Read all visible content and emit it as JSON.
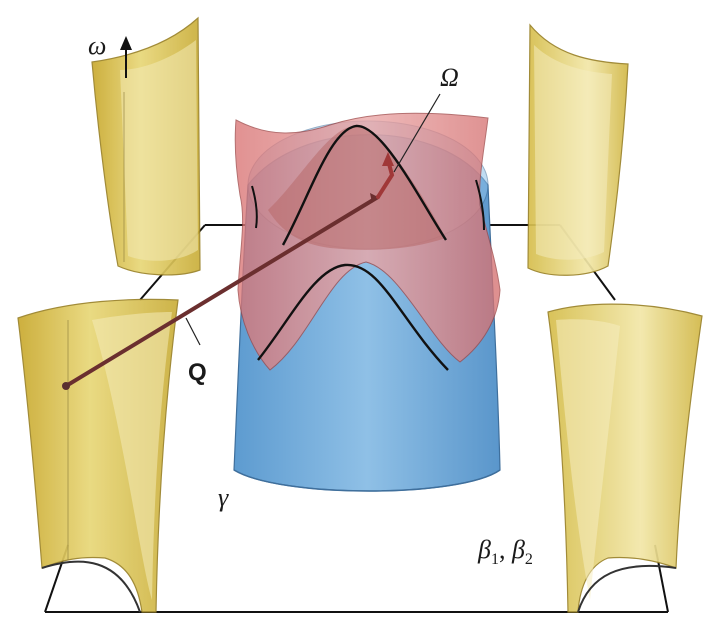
{
  "labels": {
    "omega": "ω",
    "Omega": "Ω",
    "Q": "Q",
    "gamma": "γ",
    "beta": "β",
    "beta_sub_1": "1",
    "beta_sep": ", ",
    "beta_sub_2": "2"
  },
  "colors": {
    "pocket_yellow": "#d9c040",
    "pocket_yellow_light": "#efe3a0",
    "cylinder_blue": "#6aa6d6",
    "band_red": "#d98080",
    "frame": "#111111"
  }
}
